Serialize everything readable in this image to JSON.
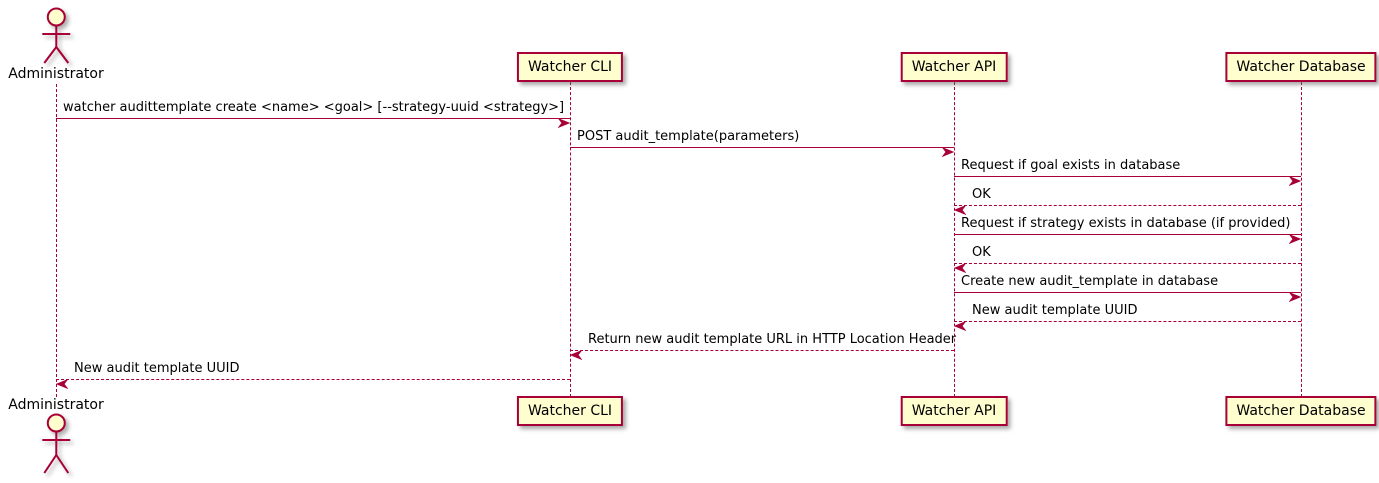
{
  "diagram": {
    "type": "uml-sequence-diagram",
    "colors": {
      "line": "#A80036",
      "participant_fill": "#FEFECE",
      "text": "#000000",
      "background": "#FFFFFF"
    }
  },
  "actors": [
    {
      "id": "administrator",
      "label": "Administrator"
    }
  ],
  "participants": [
    {
      "id": "watcher-cli",
      "label": "Watcher CLI"
    },
    {
      "id": "watcher-api",
      "label": "Watcher API"
    },
    {
      "id": "watcher-database",
      "label": "Watcher Database"
    }
  ],
  "messages": [
    {
      "from": "administrator",
      "to": "watcher-cli",
      "style": "solid",
      "label": "watcher audittemplate create <name> <goal> [--strategy-uuid <strategy>]"
    },
    {
      "from": "watcher-cli",
      "to": "watcher-api",
      "style": "solid",
      "label": "POST audit_template(parameters)"
    },
    {
      "from": "watcher-api",
      "to": "watcher-database",
      "style": "solid",
      "label": "Request if goal exists in database"
    },
    {
      "from": "watcher-database",
      "to": "watcher-api",
      "style": "dashed",
      "label": "OK"
    },
    {
      "from": "watcher-api",
      "to": "watcher-database",
      "style": "solid",
      "label": "Request if strategy exists in database (if provided)"
    },
    {
      "from": "watcher-database",
      "to": "watcher-api",
      "style": "dashed",
      "label": "OK"
    },
    {
      "from": "watcher-api",
      "to": "watcher-database",
      "style": "solid",
      "label": "Create new audit_template in database"
    },
    {
      "from": "watcher-database",
      "to": "watcher-api",
      "style": "dashed",
      "label": "New audit template UUID"
    },
    {
      "from": "watcher-api",
      "to": "watcher-cli",
      "style": "dashed",
      "label": "Return new audit template URL in HTTP Location Header"
    },
    {
      "from": "watcher-cli",
      "to": "administrator",
      "style": "dashed",
      "label": "New audit template UUID"
    }
  ]
}
